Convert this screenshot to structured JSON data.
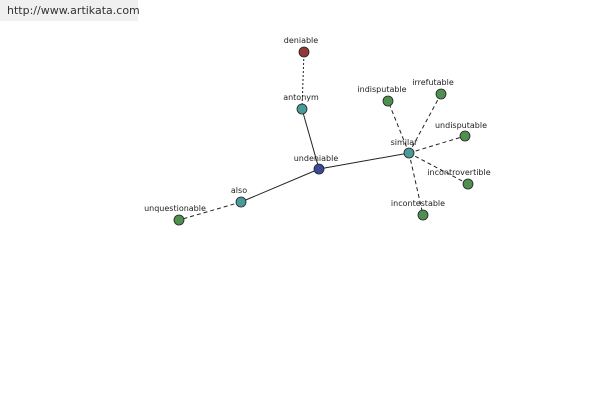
{
  "site_url": "http://www.artikata.com",
  "colors": {
    "center": "#3a4a96",
    "relation": "#4a9a9a",
    "synonym": "#4f8f4f",
    "antonym": "#8f3a3a",
    "stroke": "#222222"
  },
  "nodes": {
    "undeniable": {
      "label": "undeniable",
      "kind": "center"
    },
    "antonym": {
      "label": "antonym",
      "kind": "relation"
    },
    "deniable": {
      "label": "deniable",
      "kind": "antonym"
    },
    "also": {
      "label": "also",
      "kind": "relation"
    },
    "unquestionable": {
      "label": "unquestionable",
      "kind": "synonym"
    },
    "similar": {
      "label": "similar",
      "kind": "relation"
    },
    "indisputable": {
      "label": "indisputable",
      "kind": "synonym"
    },
    "irrefutable": {
      "label": "irrefutable",
      "kind": "synonym"
    },
    "undisputable": {
      "label": "undisputable",
      "kind": "synonym"
    },
    "incontrovertible": {
      "label": "incontrovertible",
      "kind": "synonym"
    },
    "incontestable": {
      "label": "incontestable",
      "kind": "synonym"
    }
  }
}
